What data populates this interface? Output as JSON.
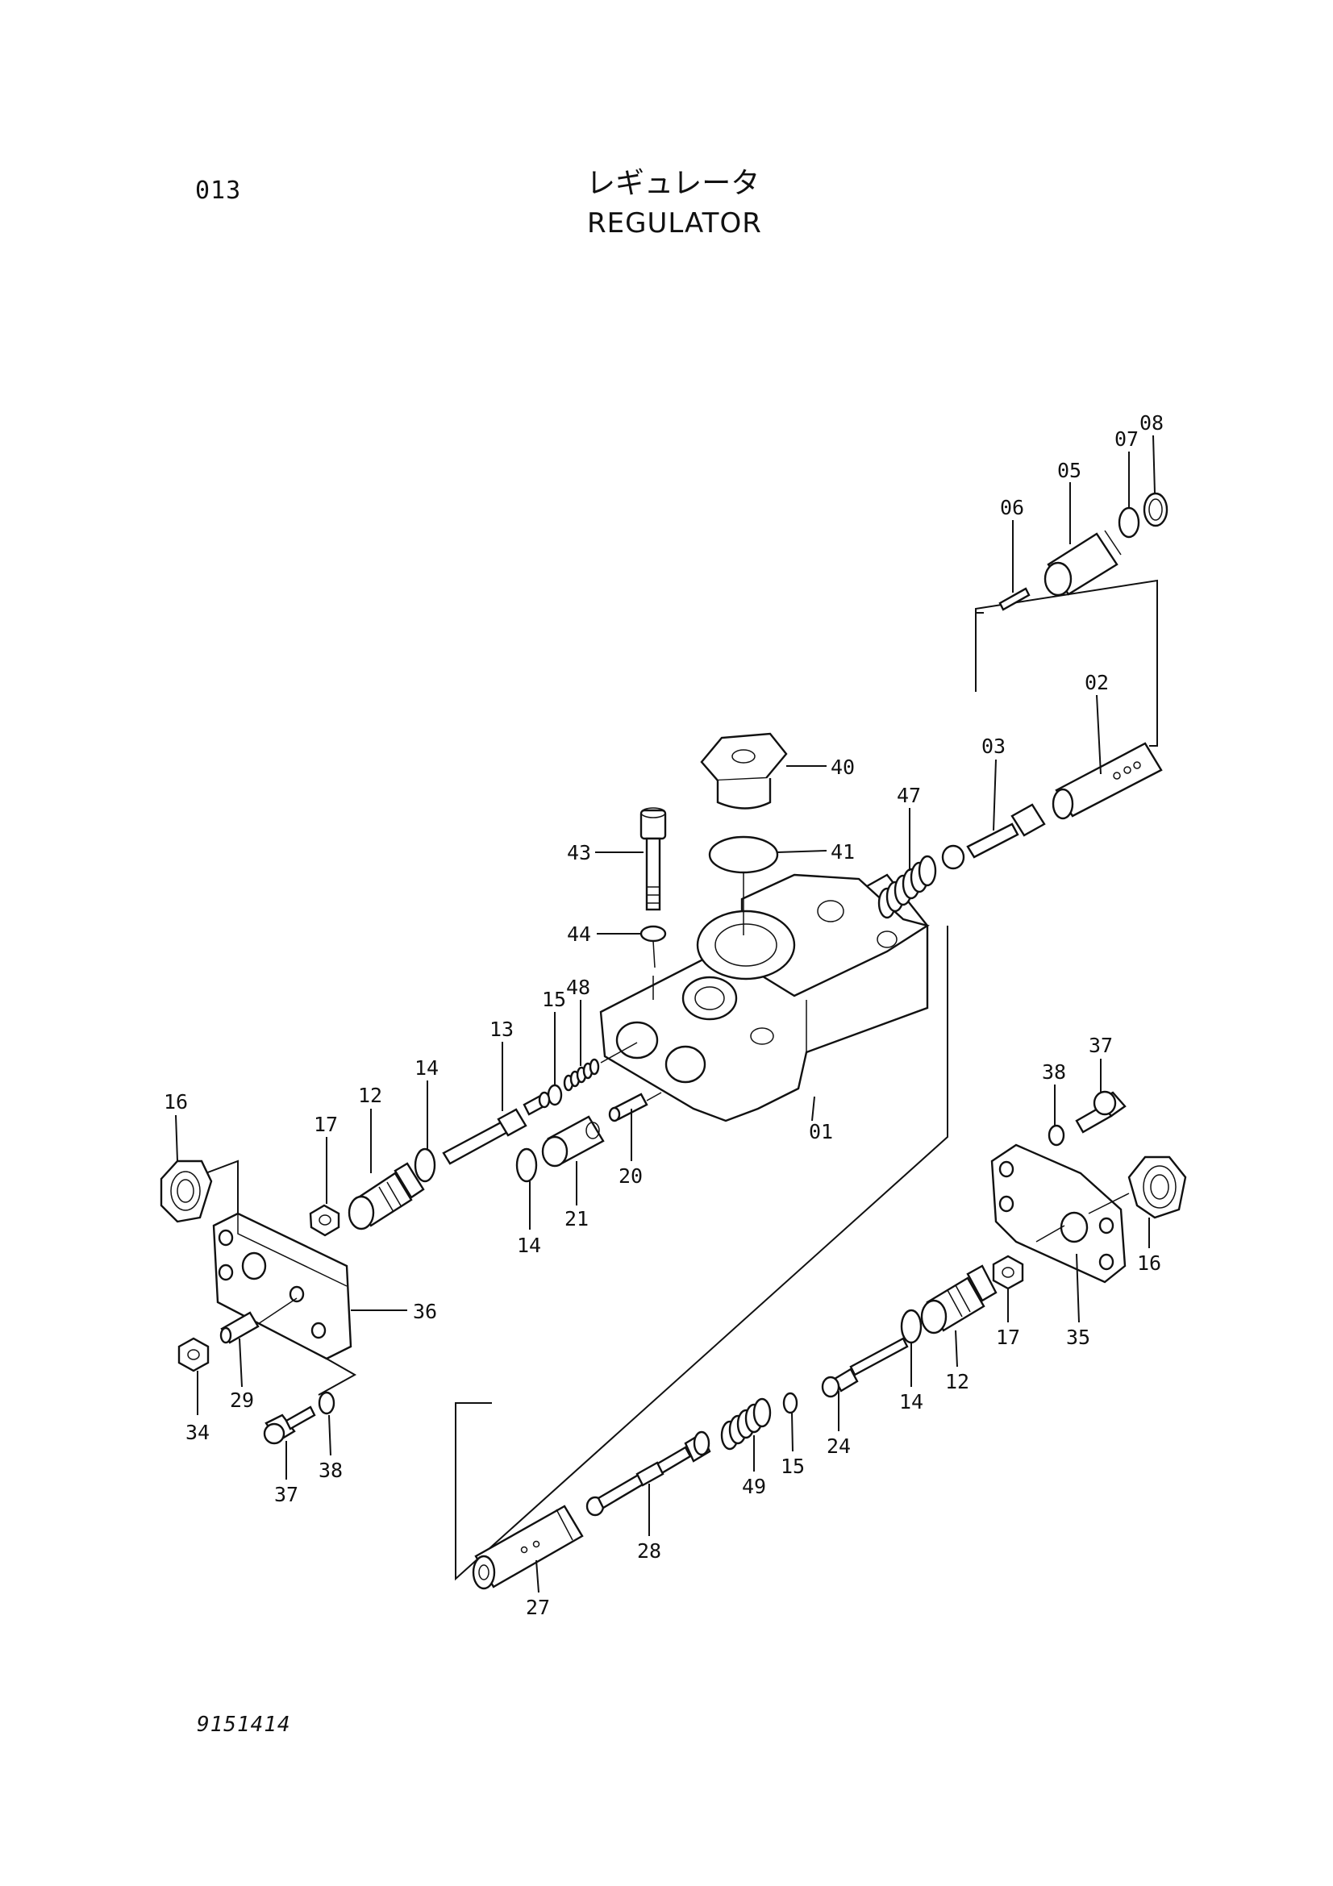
{
  "header": {
    "sheet_number": "013",
    "title_jp": "レギュレータ",
    "title_en": "REGULATOR"
  },
  "footer": {
    "drawing_number": "9151414"
  },
  "callouts": {
    "c01": "01",
    "c02": "02",
    "c03": "03",
    "c05": "05",
    "c06": "06",
    "c07": "07",
    "c08": "08",
    "c12a": "12",
    "c12b": "12",
    "c13": "13",
    "c14a": "14",
    "c14b": "14",
    "c14c": "14",
    "c15a": "15",
    "c15b": "15",
    "c16a": "16",
    "c16b": "16",
    "c17a": "17",
    "c17b": "17",
    "c20": "20",
    "c21": "21",
    "c24": "24",
    "c27": "27",
    "c28": "28",
    "c29": "29",
    "c34": "34",
    "c35": "35",
    "c36": "36",
    "c37a": "37",
    "c37b": "37",
    "c38a": "38",
    "c38b": "38",
    "c40": "40",
    "c41": "41",
    "c43": "43",
    "c44": "44",
    "c47": "47",
    "c48": "48",
    "c49": "49"
  }
}
